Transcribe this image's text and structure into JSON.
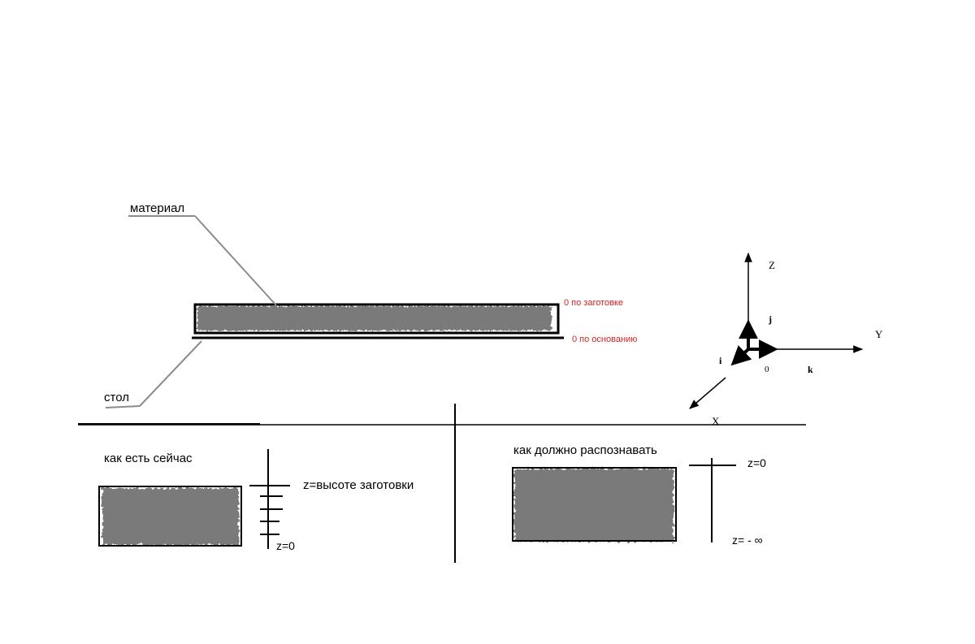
{
  "colors": {
    "ink": "#000000",
    "leader": "#8c8c8c",
    "material_fill": "#7a7a7a",
    "red_label": "#e02020"
  },
  "labels": {
    "material": "материал",
    "table": "стол",
    "zero_workpiece": "0 по заготовке",
    "zero_base": "0 по основанию"
  },
  "axes": {
    "z": "Z",
    "y": "Y",
    "x": "X",
    "origin": "0",
    "i": "i",
    "j": "j",
    "k": "k"
  },
  "left_panel": {
    "title": "как есть сейчас",
    "z_top": "z=высоте заготовки",
    "z_bottom": "z=0"
  },
  "right_panel": {
    "title": "как должно распознавать",
    "z_top": "z=0",
    "z_bottom": "z= - ∞"
  }
}
